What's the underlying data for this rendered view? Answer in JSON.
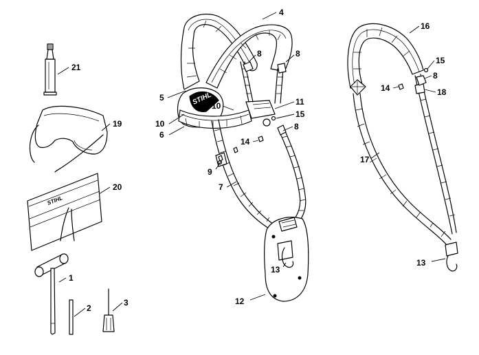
{
  "diagram": {
    "callouts": {
      "c1": "1",
      "c2": "2",
      "c3": "3",
      "c4": "4",
      "c5": "5",
      "c6": "6",
      "c7": "7",
      "c8a": "8",
      "c8b": "8",
      "c8c": "8",
      "c8d": "8",
      "c9": "9",
      "c10a": "10",
      "c10b": "10",
      "c11": "11",
      "c12": "12",
      "c13a": "13",
      "c13b": "13",
      "c14a": "14",
      "c14b": "14",
      "c15a": "15",
      "c15b": "15",
      "c16": "16",
      "c17": "17",
      "c18": "18",
      "c19": "19",
      "c20": "20",
      "c21": "21"
    },
    "brand_marks": {
      "harness": "STIHL",
      "pouch": "STIHL"
    }
  }
}
